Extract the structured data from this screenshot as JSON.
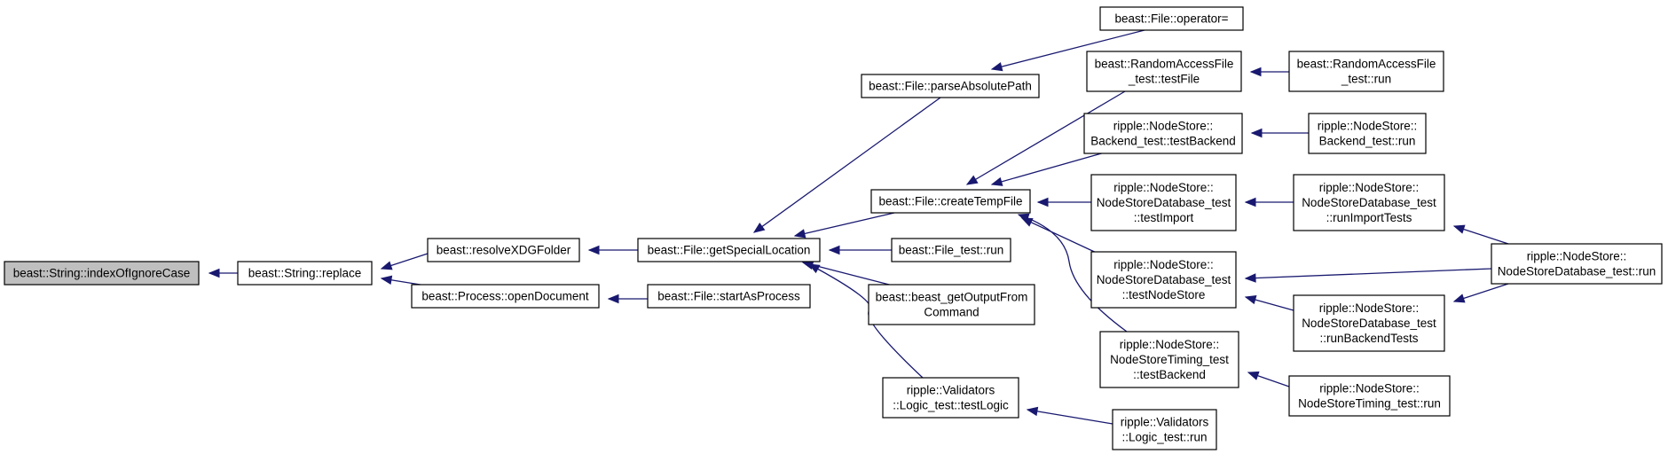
{
  "graph": {
    "colors": {
      "edge": "#191970",
      "root_fill": "#bfbfbf",
      "node_fill": "#ffffff",
      "border": "#000000"
    },
    "nodes": [
      {
        "id": "indexOfIgnoreCase",
        "lines": [
          "beast::String::indexOfIgnoreCase"
        ],
        "root": true
      },
      {
        "id": "replace",
        "lines": [
          "beast::String::replace"
        ]
      },
      {
        "id": "resolveXDGFolder",
        "lines": [
          "beast::resolveXDGFolder"
        ]
      },
      {
        "id": "openDocument",
        "lines": [
          "beast::Process::openDocument"
        ]
      },
      {
        "id": "getSpecialLocation",
        "lines": [
          "beast::File::getSpecialLocation"
        ]
      },
      {
        "id": "startAsProcess",
        "lines": [
          "beast::File::startAsProcess"
        ]
      },
      {
        "id": "parseAbsolutePath",
        "lines": [
          "beast::File::parseAbsolutePath"
        ]
      },
      {
        "id": "createTempFile",
        "lines": [
          "beast::File::createTempFile"
        ]
      },
      {
        "id": "fileTestRun",
        "lines": [
          "beast::File_test::run"
        ]
      },
      {
        "id": "getOutputFromCommand",
        "lines": [
          "beast::beast_getOutputFrom",
          "Command"
        ]
      },
      {
        "id": "testLogic",
        "lines": [
          "ripple::Validators",
          "::Logic_test::testLogic"
        ]
      },
      {
        "id": "fileOperator",
        "lines": [
          "beast::File::operator="
        ]
      },
      {
        "id": "testFile",
        "lines": [
          "beast::RandomAccessFile",
          "_test::testFile"
        ]
      },
      {
        "id": "testBackend",
        "lines": [
          "ripple::NodeStore::",
          "Backend_test::testBackend"
        ]
      },
      {
        "id": "testImport",
        "lines": [
          "ripple::NodeStore::",
          "NodeStoreDatabase_test",
          "::testImport"
        ]
      },
      {
        "id": "testNodeStore",
        "lines": [
          "ripple::NodeStore::",
          "NodeStoreDatabase_test",
          "::testNodeStore"
        ]
      },
      {
        "id": "timingTestBackend",
        "lines": [
          "ripple::NodeStore::",
          "NodeStoreTiming_test",
          "::testBackend"
        ]
      },
      {
        "id": "logicTestRun",
        "lines": [
          "ripple::Validators",
          "::Logic_test::run"
        ]
      },
      {
        "id": "rafTestRun",
        "lines": [
          "beast::RandomAccessFile",
          "_test::run"
        ]
      },
      {
        "id": "backendTestRun",
        "lines": [
          "ripple::NodeStore::",
          "Backend_test::run"
        ]
      },
      {
        "id": "runImportTests",
        "lines": [
          "ripple::NodeStore::",
          "NodeStoreDatabase_test",
          "::runImportTests"
        ]
      },
      {
        "id": "runBackendTests",
        "lines": [
          "ripple::NodeStore::",
          "NodeStoreDatabase_test",
          "::runBackendTests"
        ]
      },
      {
        "id": "timingTestRun",
        "lines": [
          "ripple::NodeStore::",
          "NodeStoreTiming_test::run"
        ]
      },
      {
        "id": "databaseTestRun",
        "lines": [
          "ripple::NodeStore::",
          "NodeStoreDatabase_test::run"
        ]
      }
    ],
    "edges": [
      {
        "from": "replace",
        "to": "indexOfIgnoreCase"
      },
      {
        "from": "resolveXDGFolder",
        "to": "replace"
      },
      {
        "from": "openDocument",
        "to": "replace"
      },
      {
        "from": "getSpecialLocation",
        "to": "resolveXDGFolder"
      },
      {
        "from": "startAsProcess",
        "to": "openDocument"
      },
      {
        "from": "parseAbsolutePath",
        "to": "getSpecialLocation"
      },
      {
        "from": "createTempFile",
        "to": "getSpecialLocation"
      },
      {
        "from": "fileTestRun",
        "to": "getSpecialLocation"
      },
      {
        "from": "getOutputFromCommand",
        "to": "getSpecialLocation"
      },
      {
        "from": "testLogic",
        "to": "getSpecialLocation"
      },
      {
        "from": "fileOperator",
        "to": "parseAbsolutePath"
      },
      {
        "from": "testFile",
        "to": "createTempFile"
      },
      {
        "from": "testBackend",
        "to": "createTempFile"
      },
      {
        "from": "testImport",
        "to": "createTempFile"
      },
      {
        "from": "testNodeStore",
        "to": "createTempFile"
      },
      {
        "from": "timingTestBackend",
        "to": "createTempFile"
      },
      {
        "from": "logicTestRun",
        "to": "testLogic"
      },
      {
        "from": "rafTestRun",
        "to": "testFile"
      },
      {
        "from": "backendTestRun",
        "to": "testBackend"
      },
      {
        "from": "runImportTests",
        "to": "testImport"
      },
      {
        "from": "databaseTestRun",
        "to": "testNodeStore"
      },
      {
        "from": "runBackendTests",
        "to": "testNodeStore"
      },
      {
        "from": "timingTestRun",
        "to": "timingTestBackend"
      },
      {
        "from": "databaseTestRun",
        "to": "runImportTests"
      },
      {
        "from": "databaseTestRun",
        "to": "runBackendTests"
      }
    ]
  }
}
